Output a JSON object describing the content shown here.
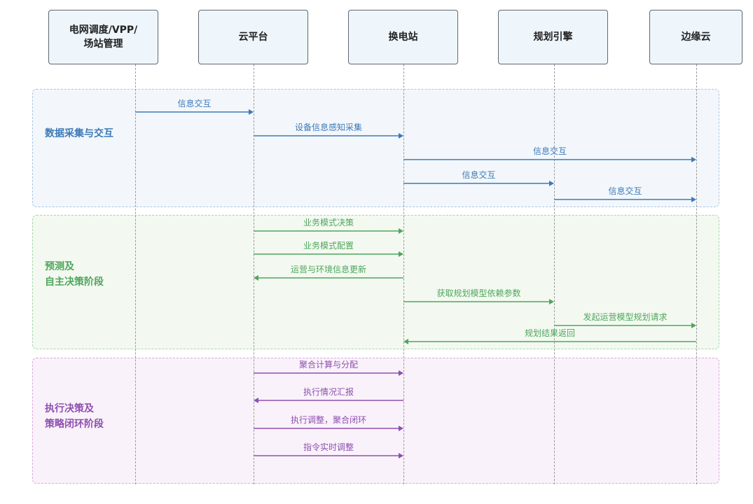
{
  "actors": [
    {
      "id": "grid",
      "label": "电网调度/VPP/\n场站管理"
    },
    {
      "id": "cloud",
      "label": "云平台"
    },
    {
      "id": "station",
      "label": "换电站"
    },
    {
      "id": "planner",
      "label": "规划引擎"
    },
    {
      "id": "edge",
      "label": "边缘云"
    }
  ],
  "phases": [
    {
      "label": "数据采集与交互",
      "color": "#3d7ab8",
      "bg": "#f3f7fb",
      "border": "#a9c7e6"
    },
    {
      "label": "预测及\n自主决策阶段",
      "color": "#4fa65c",
      "bg": "#f3f9f1",
      "border": "#a8d8a8"
    },
    {
      "label": "执行决策及\n策略闭环阶段",
      "color": "#8d4fb0",
      "bg": "#faf2fa",
      "border": "#dba8e0"
    }
  ],
  "messages": [
    {
      "phase": 0,
      "from": "grid",
      "to": "cloud",
      "label": "信息交互"
    },
    {
      "phase": 0,
      "from": "cloud",
      "to": "station",
      "label": "设备信息感知采集"
    },
    {
      "phase": 0,
      "from": "station",
      "to": "edge",
      "label": "信息交互"
    },
    {
      "phase": 0,
      "from": "station",
      "to": "planner",
      "label": "信息交互"
    },
    {
      "phase": 0,
      "from": "planner",
      "to": "edge",
      "label": "信息交互"
    },
    {
      "phase": 1,
      "from": "cloud",
      "to": "station",
      "label": "业务模式决策"
    },
    {
      "phase": 1,
      "from": "cloud",
      "to": "station",
      "label": "业务模式配置"
    },
    {
      "phase": 1,
      "from": "station",
      "to": "cloud",
      "label": "运营与环境信息更新"
    },
    {
      "phase": 1,
      "from": "station",
      "to": "planner",
      "label": "获取规划模型依赖参数"
    },
    {
      "phase": 1,
      "from": "planner",
      "to": "edge",
      "label": "发起运营模型规划请求"
    },
    {
      "phase": 1,
      "from": "edge",
      "to": "station",
      "label": "规划结果返回"
    },
    {
      "phase": 2,
      "from": "cloud",
      "to": "station",
      "label": "聚合计算与分配"
    },
    {
      "phase": 2,
      "from": "station",
      "to": "cloud",
      "label": "执行情况汇报"
    },
    {
      "phase": 2,
      "from": "cloud",
      "to": "station",
      "label": "执行调整，聚合闭环"
    },
    {
      "phase": 2,
      "from": "cloud",
      "to": "station",
      "label": "指令实时调整"
    }
  ]
}
